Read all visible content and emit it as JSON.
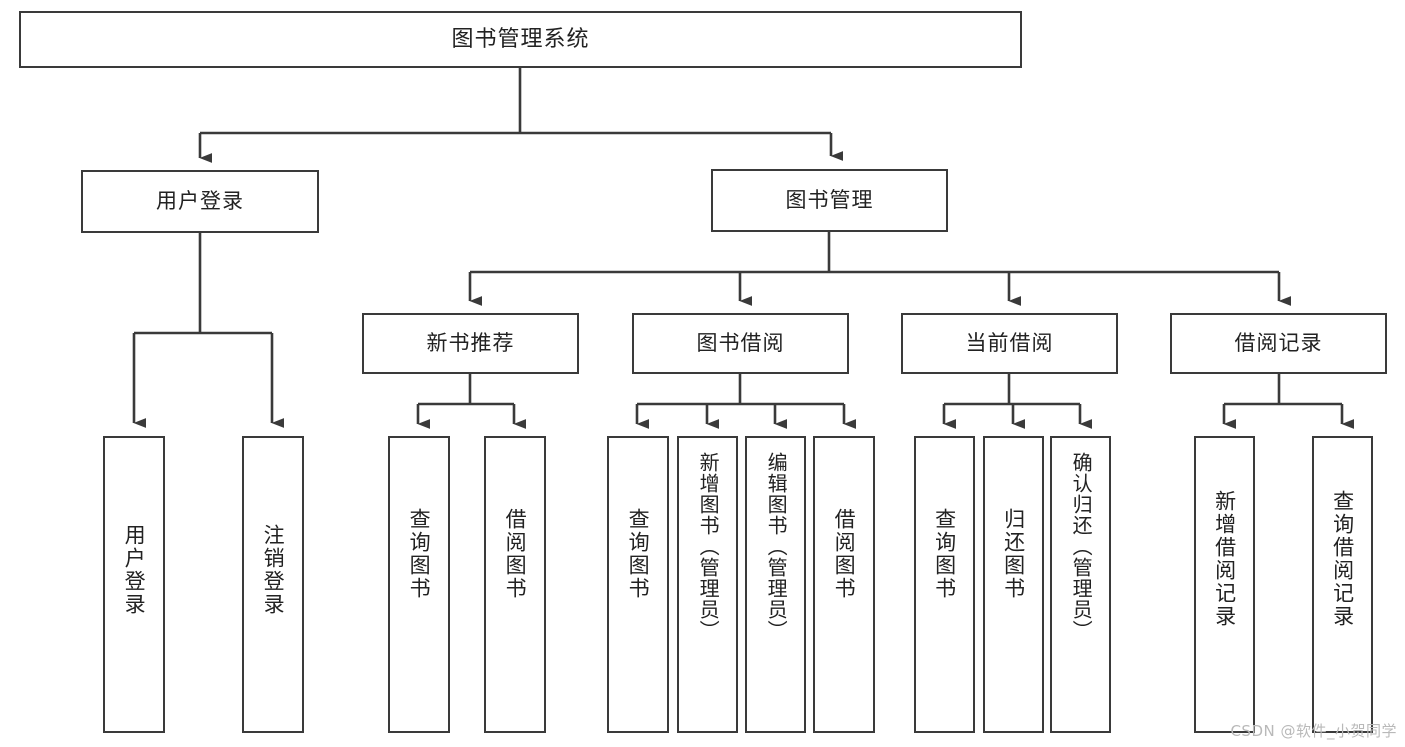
{
  "diagram": {
    "type": "tree",
    "title": "图书管理系统",
    "watermark": "CSDN @软件_小贺同学",
    "colors": {
      "stroke": "#3a3a3a",
      "fill": "#ffffff",
      "text": "#222222",
      "watermark": "#b9b9b9"
    },
    "root": {
      "id": "root",
      "label": "图书管理系统"
    },
    "level2": [
      {
        "id": "user-login",
        "label": "用户登录"
      },
      {
        "id": "book-manage",
        "label": "图书管理"
      }
    ],
    "level3": [
      {
        "id": "new-book-rec",
        "label": "新书推荐",
        "parent": "book-manage"
      },
      {
        "id": "book-borrow",
        "label": "图书借阅",
        "parent": "book-manage"
      },
      {
        "id": "current-borrow",
        "label": "当前借阅",
        "parent": "book-manage"
      },
      {
        "id": "borrow-record",
        "label": "借阅记录",
        "parent": "book-manage"
      }
    ],
    "leaves": [
      {
        "id": "leaf-user-login",
        "label": "用户登录",
        "parent": "user-login"
      },
      {
        "id": "leaf-logout",
        "label": "注销登录",
        "parent": "user-login"
      },
      {
        "id": "leaf-query-book-1",
        "label": "查询图书",
        "parent": "new-book-rec"
      },
      {
        "id": "leaf-borrow-book-1",
        "label": "借阅图书",
        "parent": "new-book-rec"
      },
      {
        "id": "leaf-query-book-2",
        "label": "查询图书",
        "parent": "book-borrow"
      },
      {
        "id": "leaf-add-book",
        "label": "新增图书（管理员）",
        "parent": "book-borrow"
      },
      {
        "id": "leaf-edit-book",
        "label": "编辑图书（管理员）",
        "parent": "book-borrow"
      },
      {
        "id": "leaf-borrow-book-2",
        "label": "借阅图书",
        "parent": "book-borrow"
      },
      {
        "id": "leaf-query-book-3",
        "label": "查询图书",
        "parent": "current-borrow"
      },
      {
        "id": "leaf-return-book",
        "label": "归还图书",
        "parent": "current-borrow"
      },
      {
        "id": "leaf-confirm-return",
        "label": "确认归还（管理员）",
        "parent": "current-borrow"
      },
      {
        "id": "leaf-add-record",
        "label": "新增借阅记录",
        "parent": "borrow-record"
      },
      {
        "id": "leaf-query-record",
        "label": "查询借阅记录",
        "parent": "borrow-record"
      }
    ]
  }
}
